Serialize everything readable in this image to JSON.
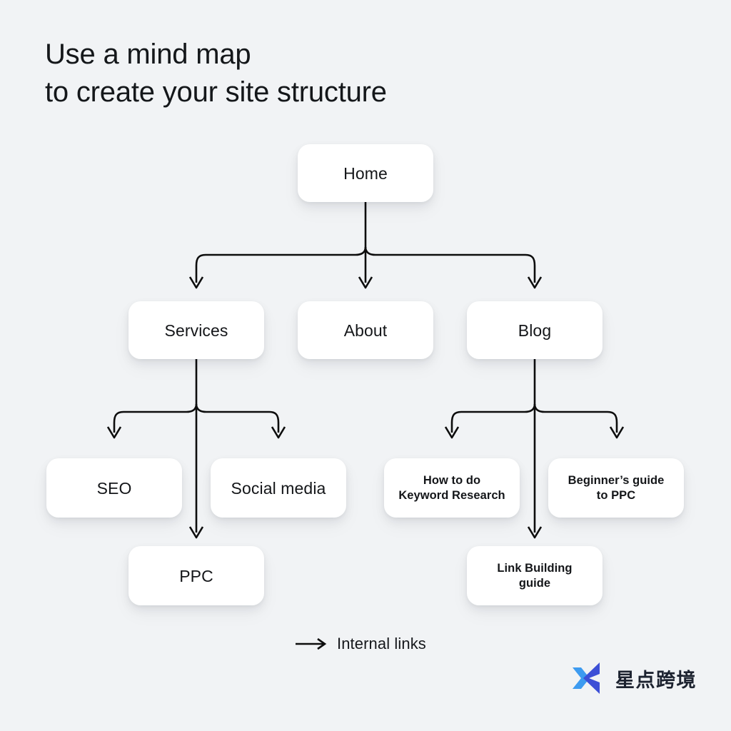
{
  "page": {
    "background_color": "#f1f3f5",
    "title": "Use a mind map\nto create your site structure",
    "title_color": "#14171a"
  },
  "diagram": {
    "type": "mind-map",
    "node_fill": "#ffffff",
    "connector_color": "#0d0d0d",
    "levels": [
      {
        "level": 1,
        "nodes": [
          {
            "id": "home",
            "label": "Home"
          }
        ]
      },
      {
        "level": 2,
        "nodes": [
          {
            "id": "services",
            "label": "Services"
          },
          {
            "id": "about",
            "label": "About"
          },
          {
            "id": "blog",
            "label": "Blog"
          }
        ]
      },
      {
        "level": 3,
        "nodes": [
          {
            "id": "seo",
            "label": "SEO"
          },
          {
            "id": "social-media",
            "label": "Social media"
          },
          {
            "id": "ppc",
            "label": "PPC"
          },
          {
            "id": "keyword-research",
            "label": "How to do\nKeyword Research"
          },
          {
            "id": "beginners-guide-ppc",
            "label": "Beginner's guide\nto PPC"
          },
          {
            "id": "link-building-guide",
            "label": "Link Building\nguide"
          }
        ]
      }
    ],
    "edges": [
      {
        "from": "home",
        "to": "services"
      },
      {
        "from": "home",
        "to": "about"
      },
      {
        "from": "home",
        "to": "blog"
      },
      {
        "from": "services",
        "to": "seo"
      },
      {
        "from": "services",
        "to": "social-media"
      },
      {
        "from": "services",
        "to": "ppc"
      },
      {
        "from": "blog",
        "to": "keyword-research"
      },
      {
        "from": "blog",
        "to": "beginners-guide-ppc"
      },
      {
        "from": "blog",
        "to": "link-building-guide"
      }
    ]
  },
  "nodes": {
    "home": "Home",
    "services": "Services",
    "about": "About",
    "blog": "Blog",
    "seo": "SEO",
    "social_media": "Social media",
    "ppc": "PPC",
    "keyword_research_line1": "How to do",
    "keyword_research_line2": "Keyword Research",
    "beginners_guide_line1": "Beginner’s guide",
    "beginners_guide_line2": "to PPC",
    "link_building_line1": "Link Building",
    "link_building_line2": "guide"
  },
  "legend": {
    "arrow_icon": "arrow-right-icon",
    "label": "Internal links"
  },
  "logo": {
    "mark_icon": "x-chevron-logo-icon",
    "text": "星点跨境",
    "color_light_blue": "#3d9bf0",
    "color_deep_blue": "#3c4fd6",
    "text_color": "#1d2330"
  }
}
